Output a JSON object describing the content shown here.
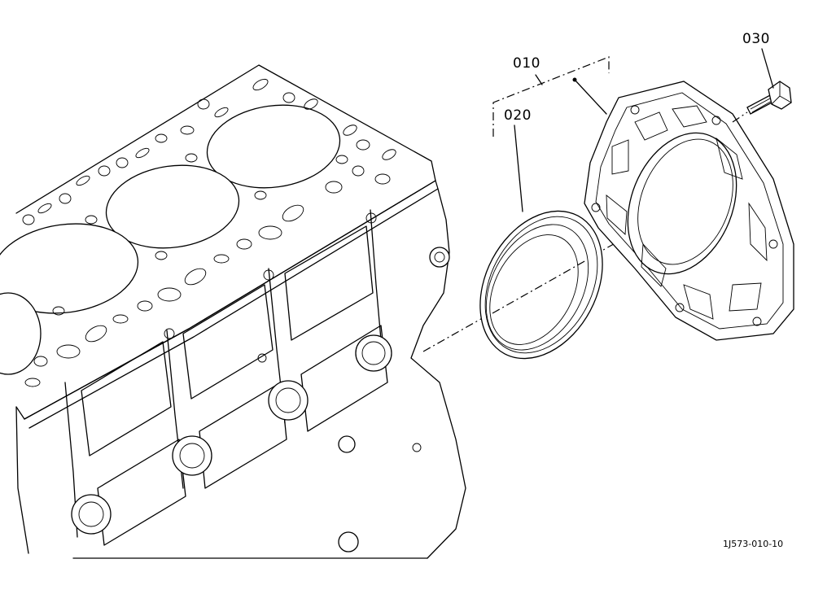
{
  "labels": {
    "part_010": "010",
    "part_020": "020",
    "part_030": "030"
  },
  "figure_code": "1J573-010-10"
}
